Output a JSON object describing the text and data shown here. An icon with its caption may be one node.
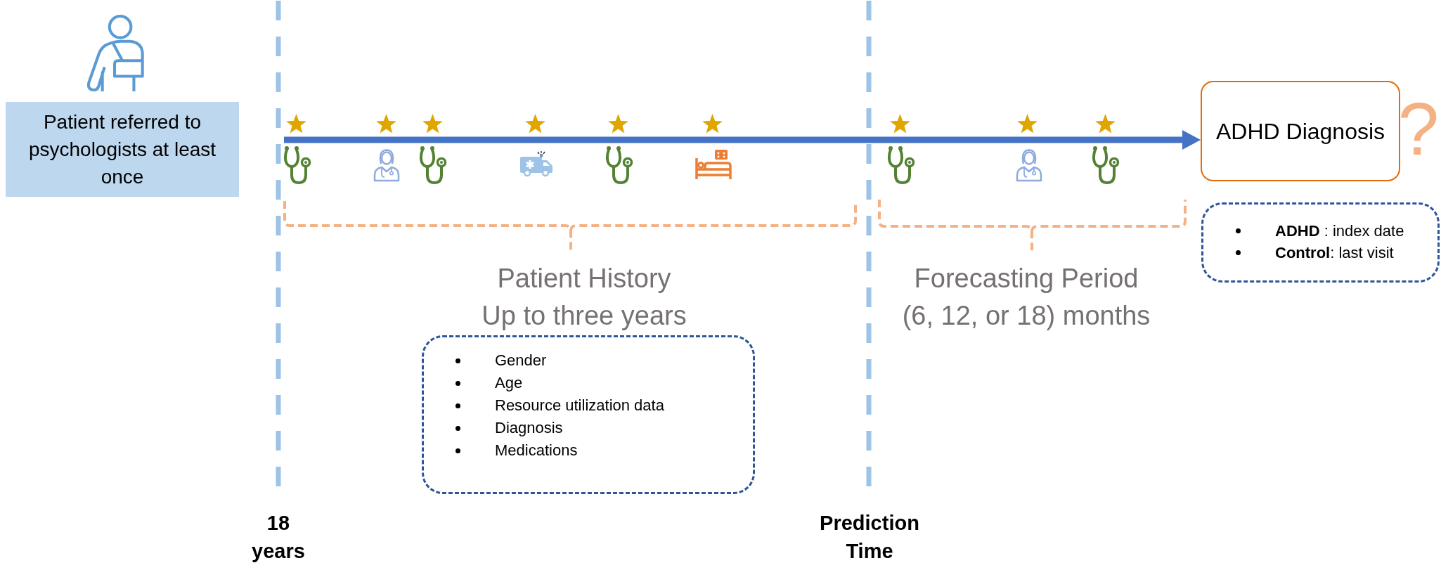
{
  "diagram": {
    "nodes": [
      {
        "text": [
          "Patient referred to psychologists at least once"
        ]
      },
      {
        "text": [
          "ADHD Diagnosis"
        ]
      },
      {
        "text": [
          "Gender",
          "Age",
          "Resource utilization data",
          "Diagnosis",
          "Medications"
        ]
      },
      {
        "text": [
          "**ADHD** : index date",
          "**Control**: last visit"
        ]
      }
    ],
    "edges": [
      {
        "from": null,
        "to": 1,
        "arrow": "to"
      }
    ],
    "labels": [
      "?",
      "Patient History",
      "Up to three years",
      "Forecasting Period",
      "(6, 12, or 18) months",
      "18 years",
      "Prediction Time"
    ]
  }
}
